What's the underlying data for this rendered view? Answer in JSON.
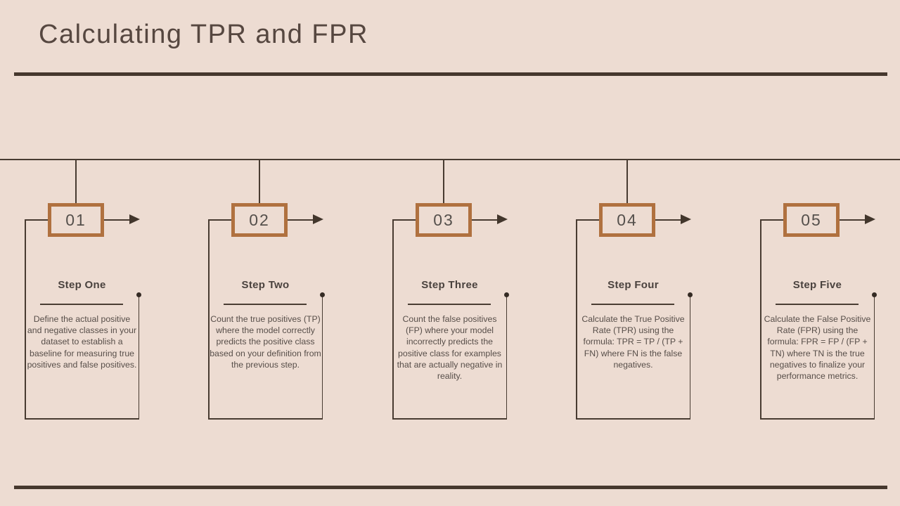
{
  "slide": {
    "title": "Calculating TPR and FPR",
    "background_color": "#EDDCD2",
    "accent_color": "#B0713F",
    "line_color": "#46382E"
  },
  "steps": [
    {
      "number": "01",
      "heading": "Step One",
      "body": "Define the actual positive and negative classes in your dataset to establish a baseline for measuring true positives and false positives."
    },
    {
      "number": "02",
      "heading": "Step Two",
      "body": "Count the true positives (TP) where the model correctly predicts the positive class based on your definition from the previous step."
    },
    {
      "number": "03",
      "heading": "Step Three",
      "body": "Count the false positives (FP) where your model incorrectly predicts the positive class for examples that are actually negative in reality."
    },
    {
      "number": "04",
      "heading": "Step Four",
      "body": "Calculate the True Positive Rate (TPR) using the formula: TPR = TP / (TP + FN) where FN is the false negatives."
    },
    {
      "number": "05",
      "heading": "Step Five",
      "body": "Calculate the False Positive Rate (FPR) using the formula: FPR = FP / (FP + TN) where TN is the true negatives to finalize your performance metrics."
    }
  ]
}
